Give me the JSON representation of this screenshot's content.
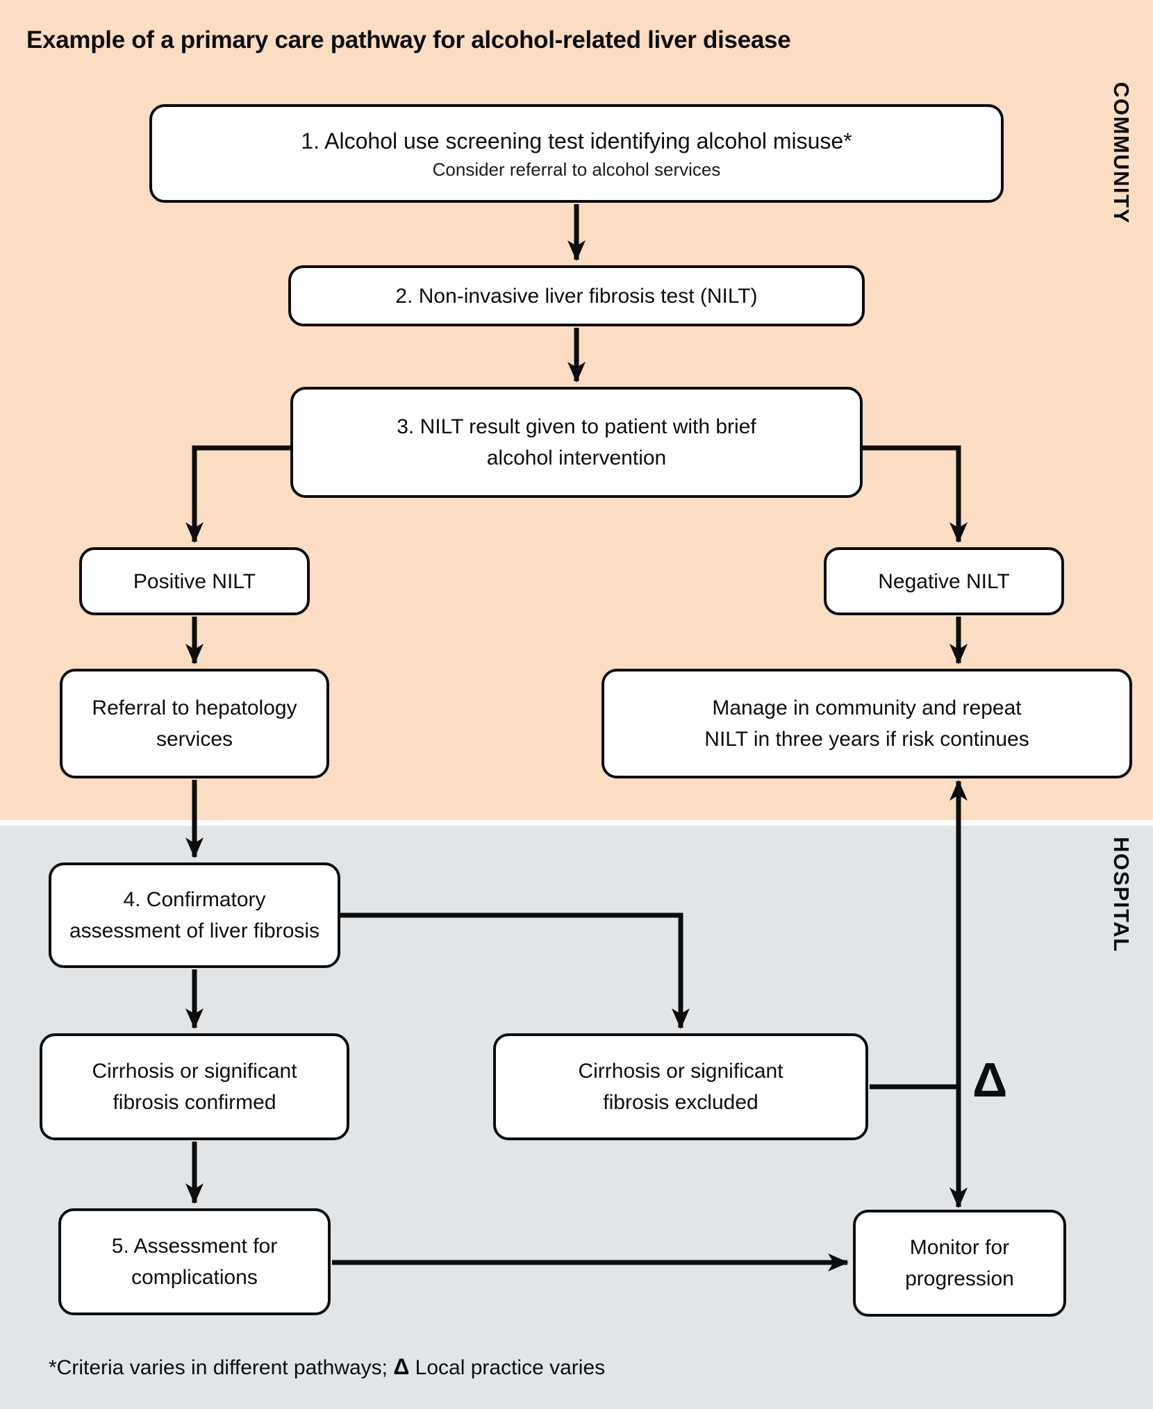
{
  "title": "Example of a primary care pathway for alcohol-related liver disease",
  "sections": {
    "community": "COMMUNITY",
    "hospital": "HOSPITAL"
  },
  "colors": {
    "community_bg": "#fbddc4",
    "hospital_bg": "#e2e5e8",
    "box_bg": "#ffffff",
    "line": "#0d0d0d"
  },
  "nodes": {
    "step1": {
      "label": "1. Alcohol use screening test identifying alcohol misuse*",
      "note": "Consider referral to alcohol services"
    },
    "step2": {
      "label": "2. Non-invasive liver fibrosis test (NILT)"
    },
    "step3": {
      "label": "3. NILT result given to patient with brief\nalcohol intervention"
    },
    "positive": {
      "label": "Positive NILT"
    },
    "negative": {
      "label": "Negative NILT"
    },
    "referral": {
      "label": "Referral to hepatology\nservices"
    },
    "manage": {
      "label": "Manage in community and repeat\nNILT in three years if risk continues"
    },
    "step4": {
      "label": "4. Confirmatory\nassessment of liver fibrosis"
    },
    "confirmed": {
      "label": "Cirrhosis or significant\nfibrosis confirmed"
    },
    "excluded": {
      "label": "Cirrhosis or significant\nfibrosis excluded"
    },
    "step5": {
      "label": "5. Assessment for\ncomplications"
    },
    "monitor": {
      "label": "Monitor for\nprogression"
    }
  },
  "symbols": {
    "delta": "Δ"
  },
  "footnote": {
    "pre": "*Criteria varies in different pathways;  ",
    "delta": "Δ",
    "post": " Local practice varies"
  }
}
